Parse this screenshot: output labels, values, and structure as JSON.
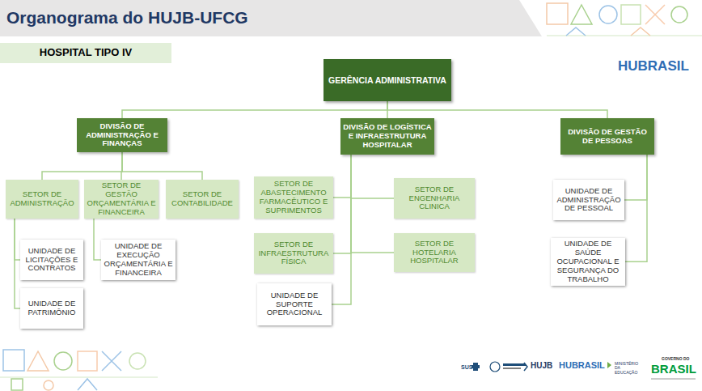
{
  "diagram": {
    "title": "Organograma do HUJB-UFCG",
    "nodes": [
      {
        "text": [
          "HOSPITAL TIPO IV"
        ]
      },
      {
        "text": [
          "GERÊNCIA ADMINISTRATIVA"
        ]
      },
      {
        "text": [
          "DIVISÃO DE ADMINISTRAÇÃO E FINANÇAS"
        ]
      },
      {
        "text": [
          "DIVISÃO DE LOGÍSTICA E INFRAESTRUTURA HOSPITALAR"
        ]
      },
      {
        "text": [
          "DIVISÃO DE GESTÃO DE PESSOAS"
        ]
      },
      {
        "text": [
          "SETOR DE ADMINISTRAÇÃO"
        ]
      },
      {
        "text": [
          "SETOR DE GESTÃO ORÇAMENTÁRIA E FINANCEIRA"
        ]
      },
      {
        "text": [
          "SETOR DE CONTABILIDADE"
        ]
      },
      {
        "text": [
          "UNIDADE DE LICITAÇÕES E CONTRATOS"
        ]
      },
      {
        "text": [
          "UNIDADE DE EXECUÇÃO ORÇAMENTÁRIA E FINANCEIRA"
        ]
      },
      {
        "text": [
          "UNIDADE DE PATRIMÔNIO"
        ]
      },
      {
        "text": [
          "SETOR DE ABASTECIMENTO FARMACÊUTICO E SUPRIMENTOS"
        ]
      },
      {
        "text": [
          "SETOR DE ENGENHARIA CLINICA"
        ]
      },
      {
        "text": [
          "SETOR DE INFRAESTRUTURA FÍSICA"
        ]
      },
      {
        "text": [
          "SETOR DE HOTELARIA HOSPITALAR"
        ]
      },
      {
        "text": [
          "UNIDADE DE SUPORTE OPERACIONAL"
        ]
      },
      {
        "text": [
          "UNIDADE DE ADMINISTRAÇÃO DE PESSOAL"
        ]
      },
      {
        "text": [
          "UNIDADE DE SAÚDE OCUPACIONAL E SEGURANÇA DO TRABALHO"
        ]
      }
    ],
    "edges": [
      {
        "from": 1,
        "to": 2,
        "arrow": "none"
      },
      {
        "from": 1,
        "to": 3,
        "arrow": "none"
      },
      {
        "from": 1,
        "to": 4,
        "arrow": "none"
      },
      {
        "from": 2,
        "to": 5,
        "arrow": "none"
      },
      {
        "from": 2,
        "to": 6,
        "arrow": "none"
      },
      {
        "from": 2,
        "to": 7,
        "arrow": "none"
      },
      {
        "from": 5,
        "to": 8,
        "arrow": "none"
      },
      {
        "from": 5,
        "to": 10,
        "arrow": "none"
      },
      {
        "from": 6,
        "to": 9,
        "arrow": "none"
      },
      {
        "from": 3,
        "to": 11,
        "arrow": "none"
      },
      {
        "from": 3,
        "to": 12,
        "arrow": "none"
      },
      {
        "from": 3,
        "to": 13,
        "arrow": "none"
      },
      {
        "from": 3,
        "to": 14,
        "arrow": "none"
      },
      {
        "from": 3,
        "to": 15,
        "arrow": "none"
      },
      {
        "from": 4,
        "to": 16,
        "arrow": "none"
      },
      {
        "from": 4,
        "to": 17,
        "arrow": "none"
      }
    ],
    "labels": [
      "HUBRASIL",
      "SUS",
      "HUJB",
      "HUBRASIL",
      "MINISTÉRIO DA EDUCAÇÃO",
      "GOVERNO DO",
      "BRASIL"
    ]
  }
}
